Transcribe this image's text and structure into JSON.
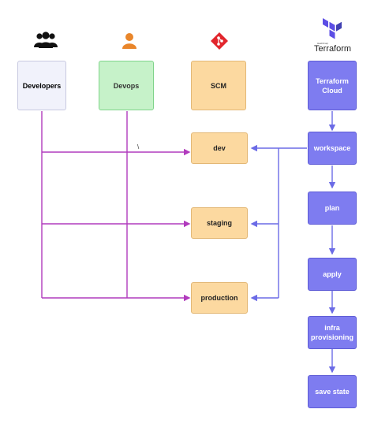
{
  "actors": {
    "developers": {
      "label": "Developers",
      "icon": "group-icon"
    },
    "devops": {
      "label": "Devops",
      "icon": "user-icon"
    },
    "scm": {
      "label": "SCM",
      "icon": "git-icon"
    }
  },
  "logo": {
    "text": "Terraform",
    "small": "HashiCorp",
    "icon": "terraform-logo-icon"
  },
  "environments": [
    "dev",
    "staging",
    "production"
  ],
  "terraform_flow": [
    "Terraform Cloud",
    "workspace",
    "plan",
    "apply",
    "infra provisioning",
    "save state"
  ],
  "annotation": "\\",
  "colors": {
    "developers_fill": "#f1f2fb",
    "devops_fill": "#c6f2c9",
    "devops_border": "#7fd48a",
    "scm_fill": "#fcd9a0",
    "environment_fill": "#fcd9a0",
    "terraform_fill": "#7e7cf0",
    "developer_edges": "#b13bbd",
    "terraform_edges": "#6b6be6",
    "git_red": "#e2262d",
    "person_orange": "#e9862b",
    "terraform_purple": "#5c4ee5"
  }
}
